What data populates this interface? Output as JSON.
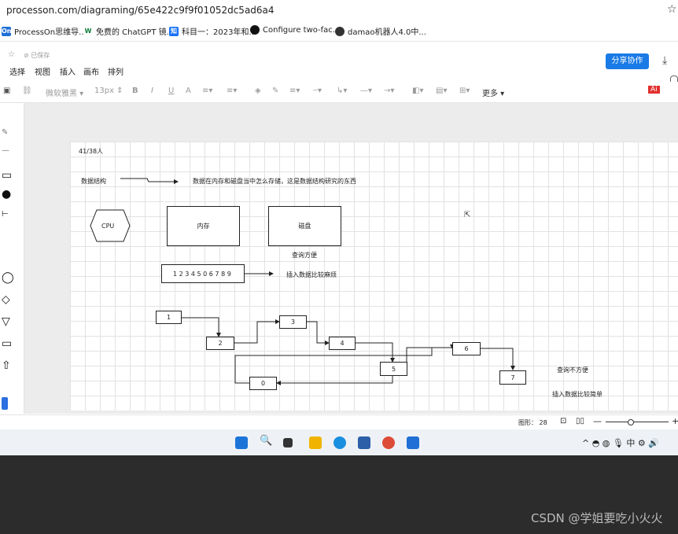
{
  "browser": {
    "url": "processon.com/diagraming/65e422c9f9f01052dc5ad6a4",
    "bookmarks": [
      {
        "label": "ProcessOn思维导...",
        "icon": "On"
      },
      {
        "label": "免费的 ChatGPT 镜...",
        "icon": "W"
      },
      {
        "label": "科目一：2023年和...",
        "icon": "知"
      },
      {
        "label": "Configure two-fac...",
        "icon": "github"
      },
      {
        "label": "damao机器人4.0中...",
        "icon": "globe"
      }
    ]
  },
  "app": {
    "saved_status": "已保存",
    "menu": [
      "选择",
      "视图",
      "插入",
      "画布",
      "排列"
    ],
    "share_label": "分享协作",
    "toolbar": {
      "font": "微软雅黑",
      "size": "13px",
      "more": "更多"
    }
  },
  "diagram": {
    "people_count": "41/38人",
    "data_structure_label": "数据结构",
    "arrow_desc": "数据在内存和磁盘当中怎么存储，这是数据结构研究的东西",
    "cpu": "CPU",
    "memory": "内存",
    "disk": "磁盘",
    "query_convenient": "查询方便",
    "array_text": "1 2 3 4 5  0  6 7 8 9",
    "insert_hard": "插入数据比较麻烦",
    "nodes": [
      "1",
      "2",
      "3",
      "4",
      "5",
      "0",
      "6",
      "7"
    ],
    "query_inconvenient": "查询不方便",
    "insert_easy": "插入数据比较简单"
  },
  "status": {
    "shape_count_label": "图形：",
    "shape_count": "28"
  },
  "watermark": "CSDN @学姐要吃小火火"
}
